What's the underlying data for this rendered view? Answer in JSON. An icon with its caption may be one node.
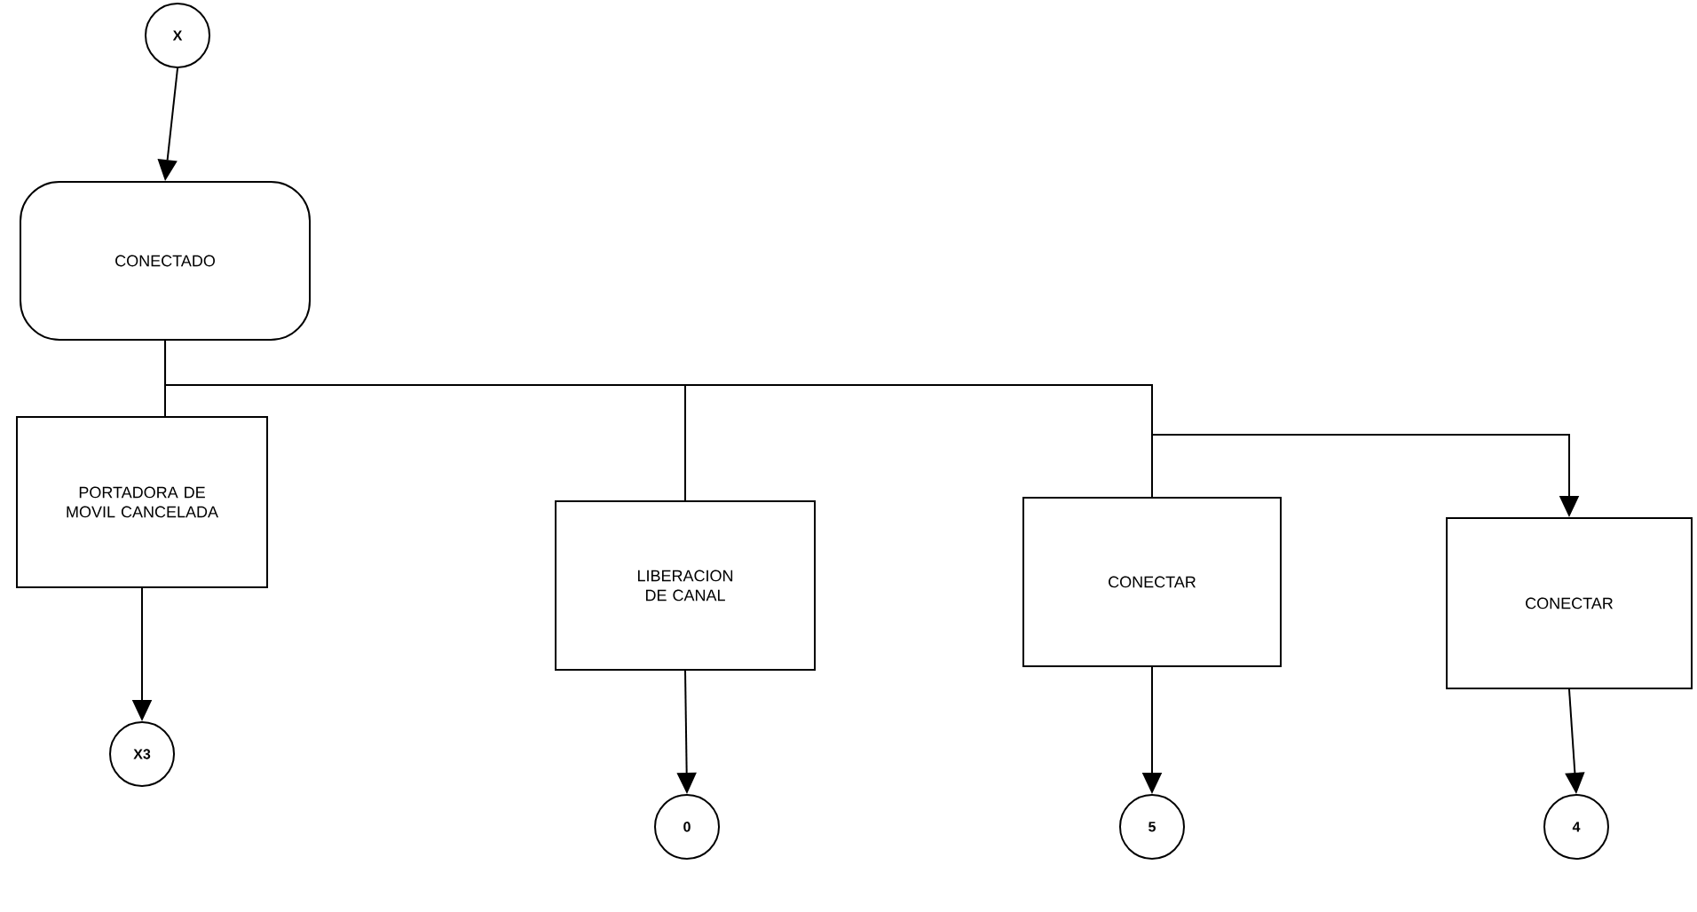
{
  "diagram": {
    "nodes": [
      {
        "text": [
          "X"
        ]
      },
      {
        "text": [
          "CONECTADO"
        ]
      },
      {
        "text": [
          "PORTADORA DE MOVIL CANCELADA"
        ]
      },
      {
        "text": [
          "X3"
        ]
      },
      {
        "text": [
          "LIBERACION DE CANAL"
        ]
      },
      {
        "text": [
          "0"
        ]
      },
      {
        "text": [
          "CONECTAR"
        ]
      },
      {
        "text": [
          "5"
        ]
      },
      {
        "text": [
          "CONECTAR"
        ]
      },
      {
        "text": [
          "4"
        ]
      }
    ],
    "edges": [
      {
        "from": 0,
        "to": 1,
        "arrow": "to"
      },
      {
        "from": 1,
        "to": 2,
        "arrow": "none"
      },
      {
        "from": 1,
        "to": 4,
        "arrow": "none"
      },
      {
        "from": 1,
        "to": 6,
        "arrow": "none"
      },
      {
        "from": 1,
        "to": 8,
        "arrow": "to"
      },
      {
        "from": 2,
        "to": 3,
        "arrow": "to"
      },
      {
        "from": 4,
        "to": 5,
        "arrow": "to"
      },
      {
        "from": 6,
        "to": 7,
        "arrow": "to"
      },
      {
        "from": 8,
        "to": 9,
        "arrow": "to"
      }
    ]
  }
}
